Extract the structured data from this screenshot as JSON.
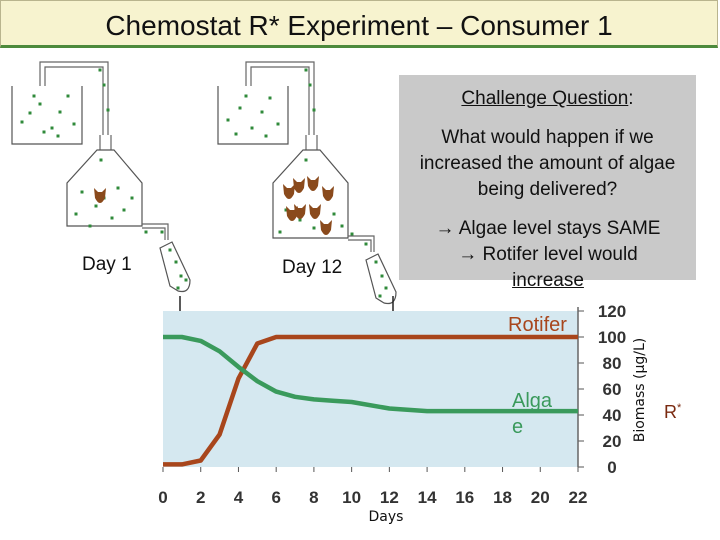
{
  "title": "Chemostat R* Experiment – Consumer 1",
  "callout": {
    "heading": "Challenge Question",
    "heading_suffix": ":",
    "question": "What would happen if we increased the amount of algae being delivered?",
    "answer_line1": "→ Algae level stays SAME",
    "answer_line2": "→ Rotifer level would",
    "answer_line3": "increase"
  },
  "labels": {
    "day1": "Day 1",
    "day12": "Day 12",
    "rstar": "R",
    "rstar_sup": "*"
  },
  "colors": {
    "alga": "#3a9a5c",
    "rotifer": "#a8461c",
    "plot_bg": "#d5e8f0",
    "dot": "#2f8a3a",
    "rotifer_icon": "#8a4a1c"
  },
  "chart_data": {
    "type": "line",
    "xlabel": "Days",
    "ylabel": "Biomass (µg/L)",
    "xlim": [
      0,
      22
    ],
    "ylim": [
      0,
      120
    ],
    "xticks": [
      "0",
      "2",
      "4",
      "6",
      "8",
      "10",
      "12",
      "14",
      "16",
      "18",
      "20",
      "22"
    ],
    "yticks": [
      "0",
      "20",
      "40",
      "60",
      "80",
      "100",
      "120"
    ],
    "series": [
      {
        "name": "Rotifer",
        "color": "#a8461c",
        "x": [
          0,
          1,
          2,
          3,
          4,
          5,
          6,
          7,
          8,
          10,
          12,
          14,
          16,
          18,
          20,
          22
        ],
        "y": [
          2,
          2,
          5,
          25,
          68,
          95,
          100,
          100,
          100,
          100,
          100,
          100,
          100,
          100,
          100,
          100
        ]
      },
      {
        "name": "Alga",
        "name_line1": "Alga",
        "name_line2": "e",
        "color": "#3a9a5c",
        "x": [
          0,
          1,
          2,
          3,
          4,
          5,
          6,
          7,
          8,
          9,
          10,
          12,
          14,
          16,
          18,
          20,
          22
        ],
        "y": [
          100,
          100,
          97,
          89,
          77,
          66,
          58,
          54,
          52,
          51,
          50,
          45,
          43,
          43,
          43,
          43,
          43
        ]
      }
    ]
  }
}
